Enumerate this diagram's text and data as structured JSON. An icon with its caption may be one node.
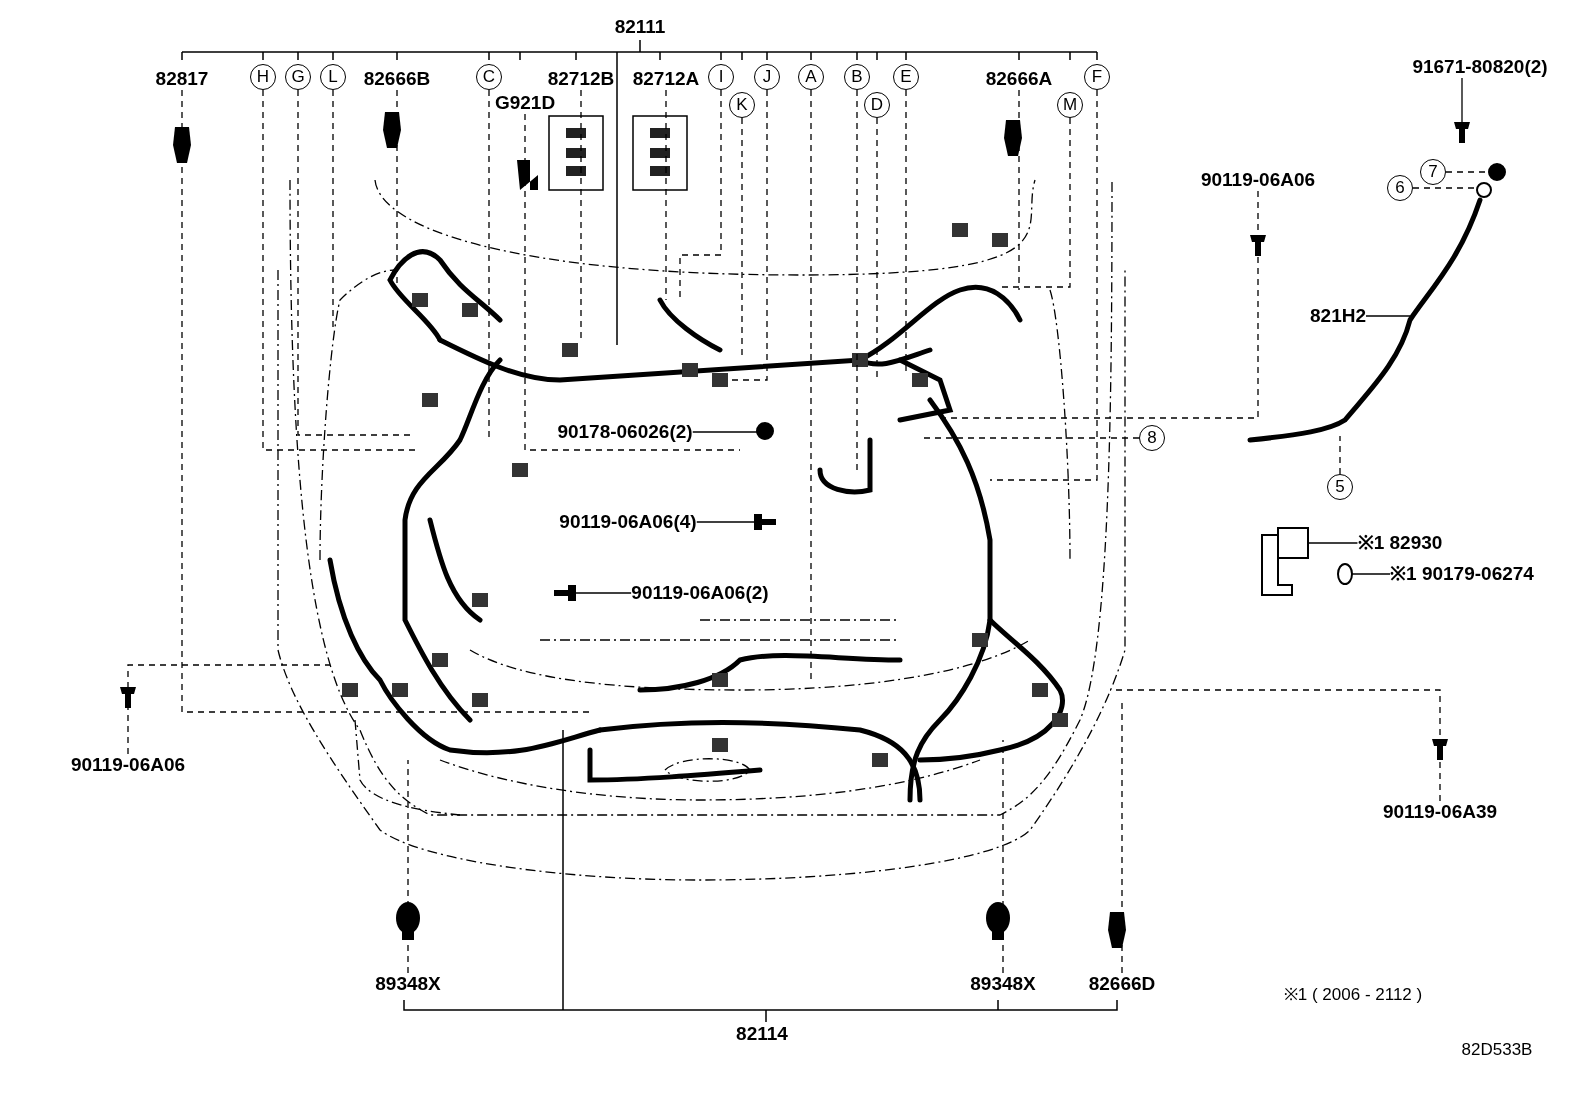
{
  "diagram": {
    "nodes": [
      {
        "text": [
          "82817"
        ]
      },
      {
        "text": [
          "H"
        ]
      },
      {
        "text": [
          "G"
        ]
      },
      {
        "text": [
          "L"
        ]
      },
      {
        "text": [
          "82666B"
        ]
      },
      {
        "text": [
          "C"
        ]
      },
      {
        "text": [
          "G921D"
        ]
      },
      {
        "text": [
          "82712B"
        ]
      },
      {
        "text": [
          "82712A"
        ]
      },
      {
        "text": [
          "I"
        ]
      },
      {
        "text": [
          "K"
        ]
      },
      {
        "text": [
          "J"
        ]
      },
      {
        "text": [
          "A"
        ]
      },
      {
        "text": [
          "B"
        ]
      },
      {
        "text": [
          "D"
        ]
      },
      {
        "text": [
          "E"
        ]
      },
      {
        "text": [
          "82666A"
        ]
      },
      {
        "text": [
          "M"
        ]
      },
      {
        "text": [
          "F"
        ]
      },
      {
        "text": [
          "91671-80820(2)"
        ]
      },
      {
        "text": [
          "7"
        ]
      },
      {
        "text": [
          "6"
        ]
      },
      {
        "text": [
          "90119-06A06"
        ]
      },
      {
        "text": [
          "821H2"
        ]
      },
      {
        "text": [
          "8"
        ]
      },
      {
        "text": [
          "5"
        ]
      },
      {
        "text": [
          "90178-06026(2)"
        ]
      },
      {
        "text": [
          "90119-06A06(4)"
        ]
      },
      {
        "text": [
          "90119-06A06(2)"
        ]
      },
      {
        "text": [
          "※1 82930"
        ]
      },
      {
        "text": [
          "※1 90179-06274"
        ]
      },
      {
        "text": [
          "90119-06A06"
        ]
      },
      {
        "text": [
          "90119-06A39"
        ]
      },
      {
        "text": [
          "89348X"
        ]
      },
      {
        "text": [
          "89348X"
        ]
      },
      {
        "text": [
          "82666D"
        ]
      },
      {
        "text": [],
        "shape": "picture"
      },
      {
        "text": [],
        "shape": "circle"
      },
      {
        "text": [],
        "shape": "circle"
      },
      {
        "text": [],
        "shape": "circle"
      },
      {
        "text": [],
        "shape": "picture"
      },
      {
        "text": [],
        "shape": "picture"
      },
      {
        "text": [],
        "shape": "picture"
      },
      {
        "text": [],
        "shape": "picture"
      }
    ],
    "edges": [
      {
        "from": 0,
        "to": null,
        "arrow": "none",
        "style": "dashed"
      },
      {
        "from": 1,
        "to": null,
        "arrow": "none",
        "style": "dashed"
      },
      {
        "from": 2,
        "to": null,
        "arrow": "none",
        "style": "dashed"
      },
      {
        "from": 3,
        "to": null,
        "arrow": "none",
        "style": "dashed"
      },
      {
        "from": 4,
        "to": null,
        "arrow": "none",
        "style": "dashed"
      },
      {
        "from": 5,
        "to": null,
        "arrow": "none",
        "style": "dashed"
      },
      {
        "from": 6,
        "to": null,
        "arrow": "none",
        "style": "dashed"
      },
      {
        "from": 7,
        "to": null,
        "arrow": "none",
        "style": "dashed"
      },
      {
        "from": 8,
        "to": null,
        "arrow": "none",
        "style": "dashed"
      },
      {
        "from": 9,
        "to": null,
        "arrow": "none",
        "style": "dashed"
      },
      {
        "from": 10,
        "to": null,
        "arrow": "none",
        "style": "dashed"
      },
      {
        "from": 11,
        "to": null,
        "arrow": "none",
        "style": "dashed"
      },
      {
        "from": 12,
        "to": null,
        "arrow": "none",
        "style": "dashed"
      },
      {
        "from": 13,
        "to": null,
        "arrow": "none",
        "style": "dashed"
      },
      {
        "from": 14,
        "to": null,
        "arrow": "none",
        "style": "dashed"
      },
      {
        "from": 15,
        "to": null,
        "arrow": "none",
        "style": "dashed"
      },
      {
        "from": 16,
        "to": null,
        "arrow": "none",
        "style": "dashed"
      },
      {
        "from": 17,
        "to": null,
        "arrow": "none",
        "style": "dashed"
      },
      {
        "from": 18,
        "to": null,
        "arrow": "none",
        "style": "dashed"
      },
      {
        "from": 19,
        "to": 36,
        "arrow": "none"
      },
      {
        "from": 20,
        "to": 37,
        "arrow": "none",
        "style": "dashed"
      },
      {
        "from": 21,
        "to": 38,
        "arrow": "none",
        "style": "dashed"
      },
      {
        "from": 22,
        "to": null,
        "arrow": "none",
        "style": "dashed"
      },
      {
        "from": 23,
        "to": null,
        "arrow": "none"
      },
      {
        "from": 24,
        "to": null,
        "arrow": "none",
        "style": "dashed"
      },
      {
        "from": 25,
        "to": null,
        "arrow": "none",
        "style": "dashed"
      },
      {
        "from": 26,
        "to": 39,
        "arrow": "none"
      },
      {
        "from": 27,
        "to": 40,
        "arrow": "none"
      },
      {
        "from": 28,
        "to": 41,
        "arrow": "none"
      },
      {
        "from": 29,
        "to": 42,
        "arrow": "none"
      },
      {
        "from": 30,
        "to": 43,
        "arrow": "none"
      },
      {
        "from": 31,
        "to": null,
        "arrow": "none",
        "style": "dashed"
      },
      {
        "from": 32,
        "to": null,
        "arrow": "none",
        "style": "dashed"
      },
      {
        "from": 33,
        "to": null,
        "arrow": "none",
        "style": "dashed"
      },
      {
        "from": 34,
        "to": null,
        "arrow": "none",
        "style": "dashed"
      },
      {
        "from": 35,
        "to": null,
        "arrow": "none",
        "style": "dashed"
      }
    ],
    "labels": [
      "82111",
      "82114",
      "※1 ( 2006 - 2112 )",
      "82D533B"
    ]
  }
}
